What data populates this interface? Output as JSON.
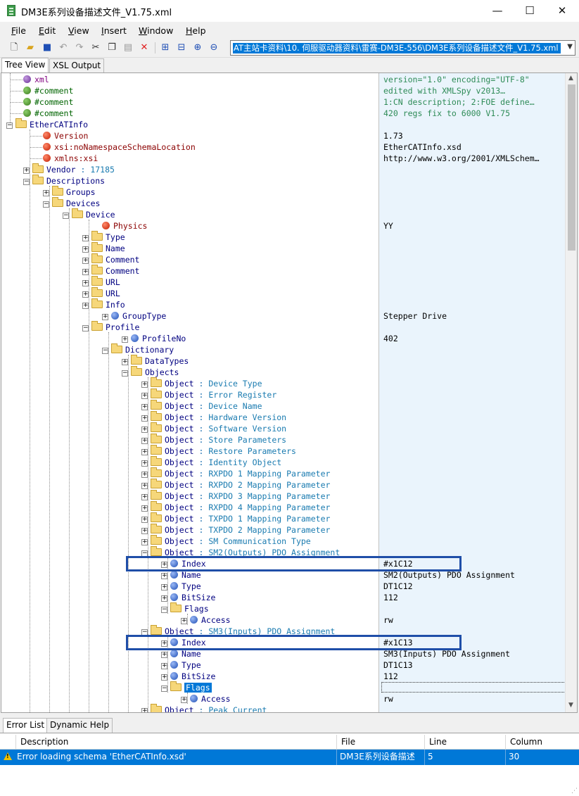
{
  "window": {
    "title": "DM3E系列设备描述文件_V1.75.xml",
    "minimize": "—",
    "maximize": "☐",
    "close": "✕"
  },
  "menu": [
    {
      "label": "ile",
      "accel": "F"
    },
    {
      "label": "dit",
      "accel": "E"
    },
    {
      "label": "iew",
      "accel": "V"
    },
    {
      "label": "nsert",
      "accel": "I"
    },
    {
      "label": "indow",
      "accel": "W"
    },
    {
      "label": "elp",
      "accel": "H"
    }
  ],
  "toolbar": {
    "path": "AT主站卡资料\\10. 伺服驱动器资料\\雷赛-DM3E-556\\DM3E系列设备描述文件_V1.75.xml",
    "icons": [
      "new-icon",
      "open-icon",
      "save-icon",
      "undo-icon",
      "redo-icon",
      "cut-icon",
      "copy-icon",
      "paste-icon",
      "delete-icon",
      "expand-icon",
      "collapse-icon",
      "expand-all-icon",
      "collapse-all-icon"
    ]
  },
  "tabs": {
    "tree": "Tree View",
    "xsl": "XSL Output"
  },
  "tree": [
    {
      "kind": "pi",
      "name": "xml",
      "value": "version=\"1.0\" encoding=\"UTF-8\"",
      "vclass": "green"
    },
    {
      "kind": "comment",
      "name": "#comment",
      "value": "edited with XMLSpy v2013…",
      "vclass": "green"
    },
    {
      "kind": "comment",
      "name": "#comment",
      "value": "1:CN description; 2:FOE define…",
      "vclass": "green"
    },
    {
      "kind": "comment",
      "name": "#comment",
      "value": "420 regs fix to 6000 V1.75",
      "vclass": "green"
    },
    {
      "kind": "folder",
      "name": "EtherCATInfo",
      "exp": "−"
    },
    {
      "kind": "attr",
      "name": "Version",
      "value": "1.73"
    },
    {
      "kind": "attr",
      "name": "xsi:noNamespaceSchemaLocation",
      "value": "EtherCATInfo.xsd"
    },
    {
      "kind": "attr",
      "name": "xmlns:xsi",
      "value": "http://www.w3.org/2001/XMLSchem…"
    },
    {
      "kind": "folder",
      "name": "Vendor",
      "exp": "+",
      "kval": "17185"
    },
    {
      "kind": "folder",
      "name": "Descriptions",
      "exp": "−"
    },
    {
      "kind": "folder",
      "name": "Groups",
      "exp": "+"
    },
    {
      "kind": "folder",
      "name": "Devices",
      "exp": "−"
    },
    {
      "kind": "folder",
      "name": "Device",
      "exp": "−"
    },
    {
      "kind": "attr",
      "name": "Physics",
      "value": "YY"
    },
    {
      "kind": "folder",
      "name": "Type",
      "exp": "+"
    },
    {
      "kind": "folder",
      "name": "Name",
      "exp": "+"
    },
    {
      "kind": "folder",
      "name": "Comment",
      "exp": "+"
    },
    {
      "kind": "folder",
      "name": "Comment",
      "exp": "+"
    },
    {
      "kind": "folder",
      "name": "URL",
      "exp": "+"
    },
    {
      "kind": "folder",
      "name": "URL",
      "exp": "+"
    },
    {
      "kind": "folder",
      "name": "Info",
      "exp": "+"
    },
    {
      "kind": "text",
      "name": "GroupType",
      "exp": "+",
      "value": "Stepper Drive"
    },
    {
      "kind": "folder",
      "name": "Profile",
      "exp": "−"
    },
    {
      "kind": "text",
      "name": "ProfileNo",
      "exp": "+",
      "value": "402"
    },
    {
      "kind": "folder",
      "name": "Dictionary",
      "exp": "−"
    },
    {
      "kind": "folder",
      "name": "DataTypes",
      "exp": "+"
    },
    {
      "kind": "folder",
      "name": "Objects",
      "exp": "−"
    },
    {
      "kind": "folder",
      "name": "Object",
      "exp": "+",
      "kval": "Device Type"
    },
    {
      "kind": "folder",
      "name": "Object",
      "exp": "+",
      "kval": "Error Register"
    },
    {
      "kind": "folder",
      "name": "Object",
      "exp": "+",
      "kval": "Device Name"
    },
    {
      "kind": "folder",
      "name": "Object",
      "exp": "+",
      "kval": "Hardware Version"
    },
    {
      "kind": "folder",
      "name": "Object",
      "exp": "+",
      "kval": "Software Version"
    },
    {
      "kind": "folder",
      "name": "Object",
      "exp": "+",
      "kval": "Store Parameters"
    },
    {
      "kind": "folder",
      "name": "Object",
      "exp": "+",
      "kval": "Restore Parameters"
    },
    {
      "kind": "folder",
      "name": "Object",
      "exp": "+",
      "kval": "Identity Object"
    },
    {
      "kind": "folder",
      "name": "Object",
      "exp": "+",
      "kval": "RXPDO 1 Mapping Parameter"
    },
    {
      "kind": "folder",
      "name": "Object",
      "exp": "+",
      "kval": "RXPDO 2 Mapping Parameter"
    },
    {
      "kind": "folder",
      "name": "Object",
      "exp": "+",
      "kval": "RXPDO 3 Mapping Parameter"
    },
    {
      "kind": "folder",
      "name": "Object",
      "exp": "+",
      "kval": "RXPDO 4 Mapping Parameter"
    },
    {
      "kind": "folder",
      "name": "Object",
      "exp": "+",
      "kval": "TXPDO 1 Mapping Parameter"
    },
    {
      "kind": "folder",
      "name": "Object",
      "exp": "+",
      "kval": "TXPDO 2 Mapping Parameter"
    },
    {
      "kind": "folder",
      "name": "Object",
      "exp": "+",
      "kval": "SM Communication Type"
    },
    {
      "kind": "folder",
      "name": "Object",
      "exp": "−",
      "kval": "SM2(Outputs) PDO Assignment"
    },
    {
      "kind": "text",
      "name": "Index",
      "exp": "+",
      "value": "#x1C12"
    },
    {
      "kind": "text",
      "name": "Name",
      "exp": "+",
      "value": "SM2(Outputs) PDO Assignment"
    },
    {
      "kind": "text",
      "name": "Type",
      "exp": "+",
      "value": "DT1C12"
    },
    {
      "kind": "text",
      "name": "BitSize",
      "exp": "+",
      "value": "112"
    },
    {
      "kind": "folder",
      "name": "Flags",
      "exp": "−"
    },
    {
      "kind": "text",
      "name": "Access",
      "exp": "+",
      "value": "rw"
    },
    {
      "kind": "folder",
      "name": "Object",
      "exp": "−",
      "kval": "SM3(Inputs) PDO Assignment"
    },
    {
      "kind": "text",
      "name": "Index",
      "exp": "+",
      "value": "#x1C13"
    },
    {
      "kind": "text",
      "name": "Name",
      "exp": "+",
      "value": "SM3(Inputs) PDO Assignment"
    },
    {
      "kind": "text",
      "name": "Type",
      "exp": "+",
      "value": "DT1C13"
    },
    {
      "kind": "text",
      "name": "BitSize",
      "exp": "+",
      "value": "112"
    },
    {
      "kind": "folder",
      "name": "Flags",
      "exp": "−",
      "selected": true
    },
    {
      "kind": "text",
      "name": "Access",
      "exp": "+",
      "value": "rw"
    },
    {
      "kind": "folder",
      "name": "Object",
      "exp": "+",
      "kval": "Peak Current"
    }
  ],
  "bottom_tabs": {
    "errors": "Error List",
    "help": "Dynamic Help"
  },
  "error_list": {
    "columns": [
      "Description",
      "File",
      "Line",
      "Column"
    ],
    "rows": [
      {
        "description": "Error loading schema 'EtherCATInfo.xsd'",
        "file": "DM3E系列设备描述",
        "line": "5",
        "column": "30"
      }
    ]
  }
}
